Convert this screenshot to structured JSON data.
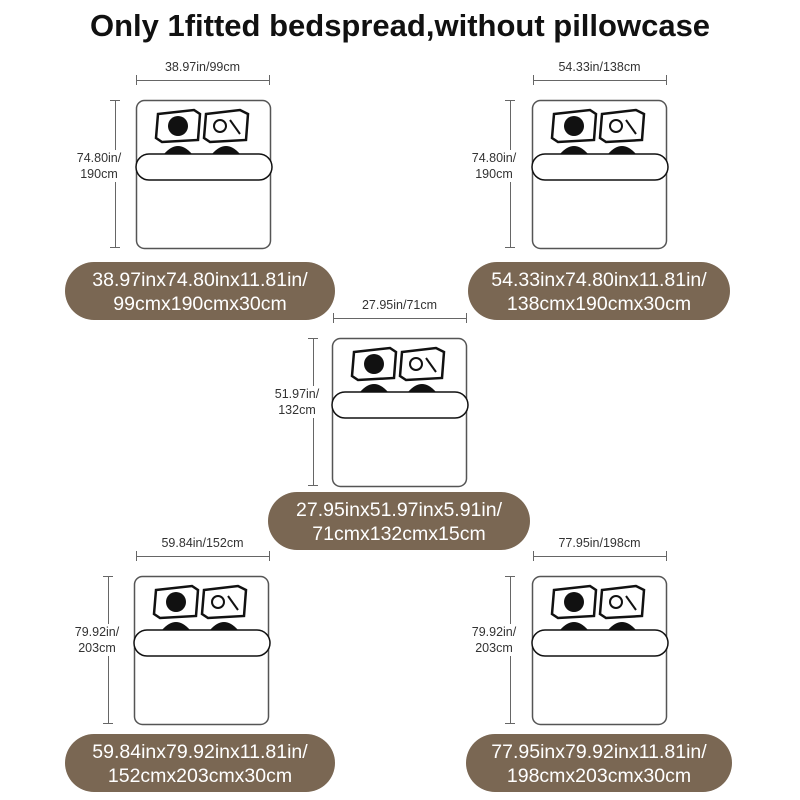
{
  "title": "Only 1fitted bedspread,without pillowcase",
  "beds": [
    {
      "id": "bed-1",
      "width": "38.97in/99cm",
      "height_l1": "74.80in/",
      "height_l2": "190cm",
      "spec_l1": "38.97inx74.80inx11.81in/",
      "spec_l2": "99cmx190cmx30cm"
    },
    {
      "id": "bed-2",
      "width": "54.33in/138cm",
      "height_l1": "74.80in/",
      "height_l2": "190cm",
      "spec_l1": "54.33inx74.80inx11.81in/",
      "spec_l2": "138cmx190cmx30cm"
    },
    {
      "id": "bed-3",
      "width": "27.95in/71cm",
      "height_l1": "51.97in/",
      "height_l2": "132cm",
      "spec_l1": "27.95inx51.97inx5.91in/",
      "spec_l2": "71cmx132cmx15cm"
    },
    {
      "id": "bed-4",
      "width": "59.84in/152cm",
      "height_l1": "79.92in/",
      "height_l2": "203cm",
      "spec_l1": "59.84inx79.92inx11.81in/",
      "spec_l2": "152cmx203cmx30cm"
    },
    {
      "id": "bed-5",
      "width": "77.95in/198cm",
      "height_l1": "79.92in/",
      "height_l2": "203cm",
      "spec_l1": "77.95inx79.92inx11.81in/",
      "spec_l2": "198cmx203cmx30cm"
    }
  ],
  "colors": {
    "pill": "#7a6753",
    "line": "#555555",
    "text": "#222222"
  }
}
